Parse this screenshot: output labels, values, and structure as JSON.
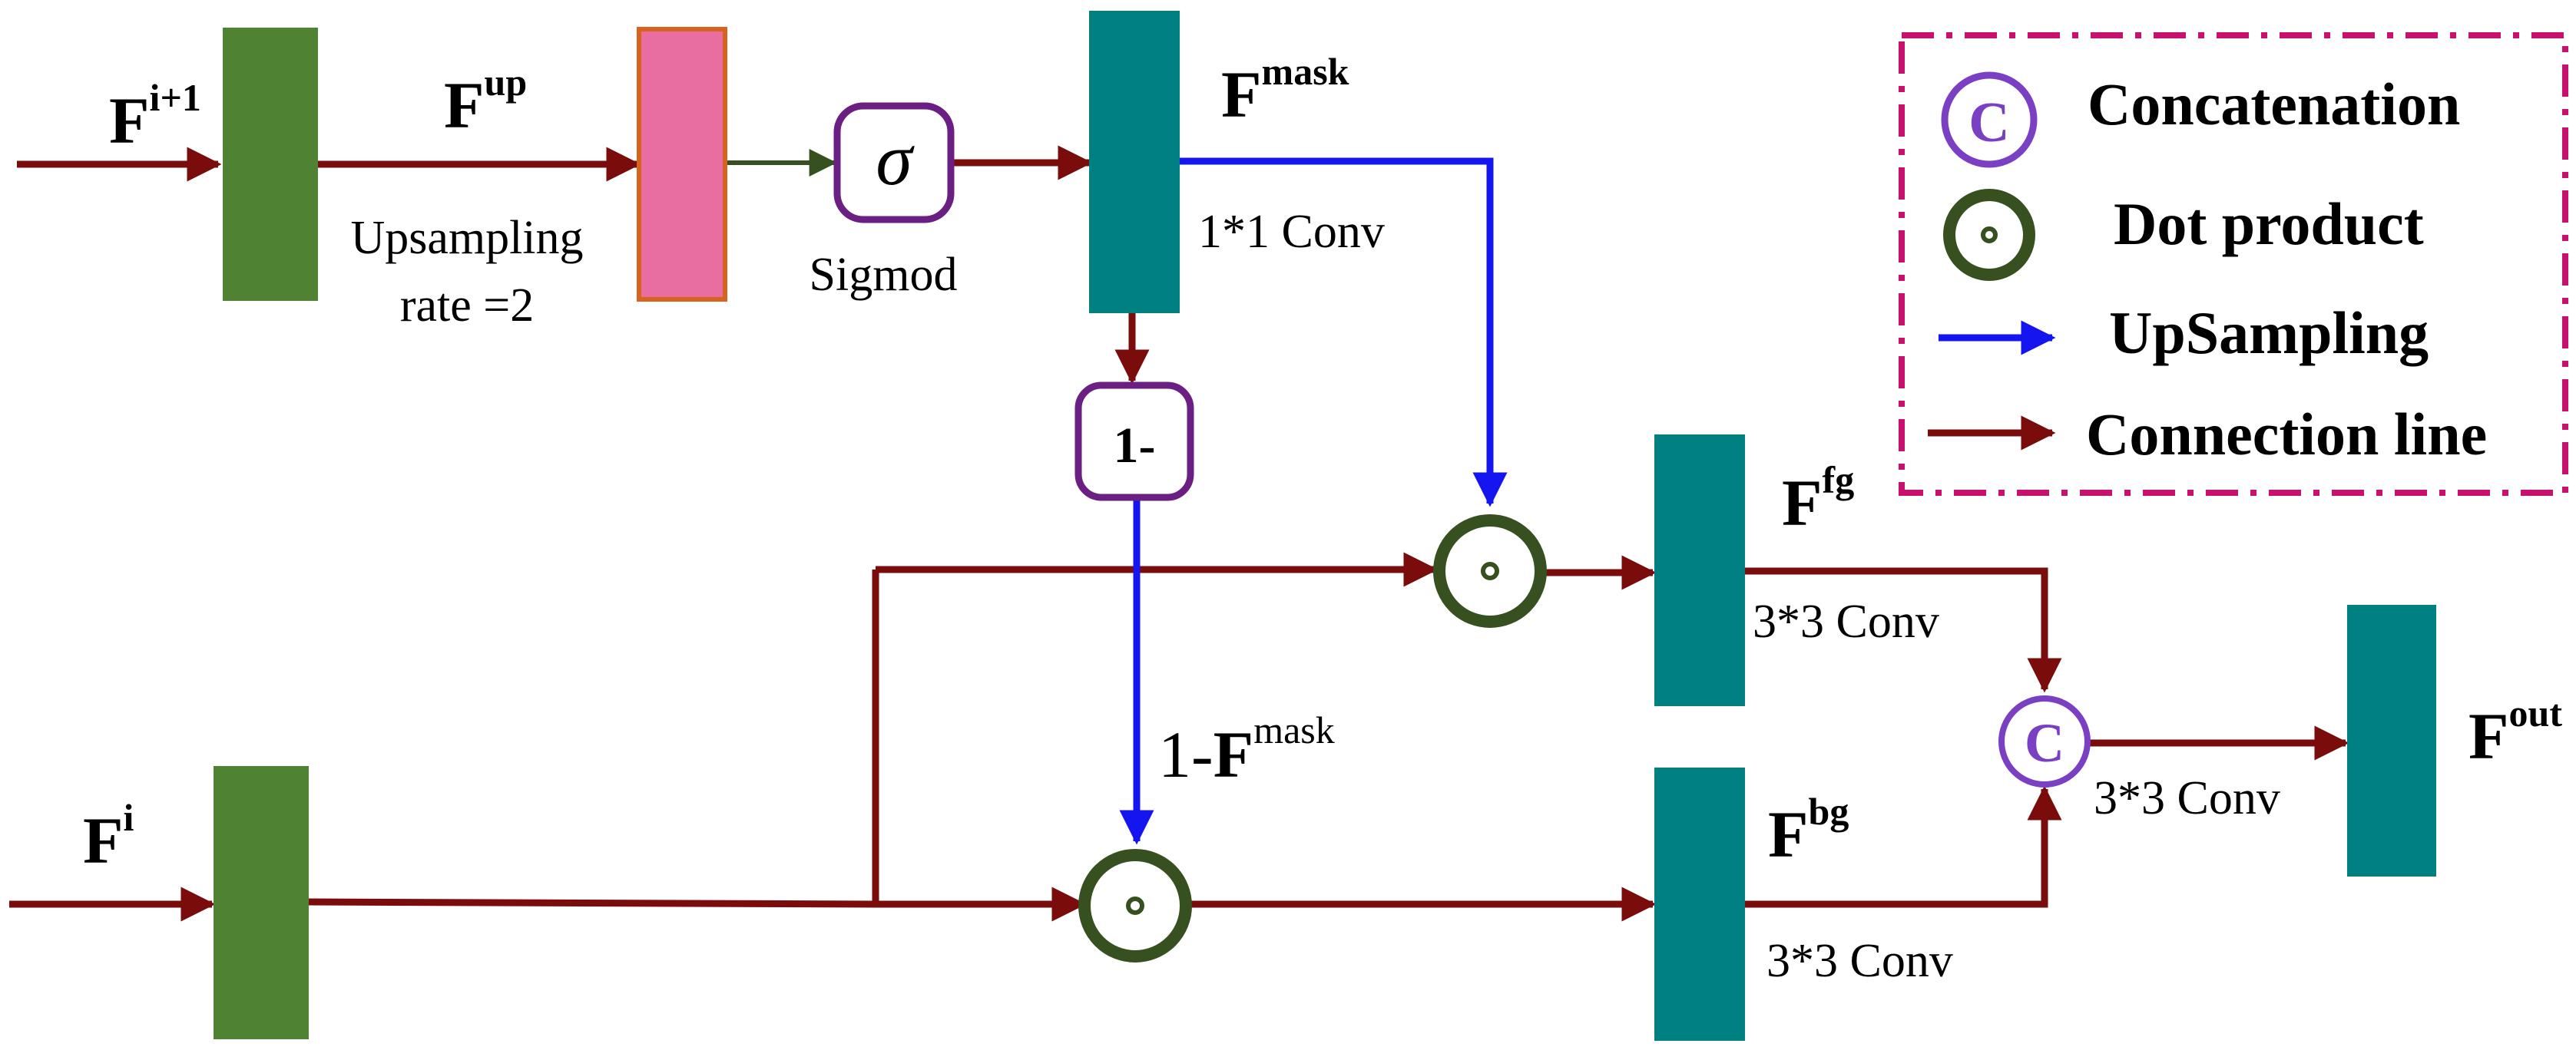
{
  "colors": {
    "green_block": "#4f8232",
    "teal_block": "#008080",
    "pink_block": "#e86ea0",
    "pink_border": "#d7641e",
    "dark_red": "#7b0c0c",
    "blue": "#1515f0",
    "purple": "#6c1f82",
    "dark_green_circle": "#36501f",
    "legend_border": "#c8106e"
  },
  "labels": {
    "f_in_next": {
      "base": "F",
      "sup": "i+1"
    },
    "f_up": {
      "base": "F",
      "sup": "up"
    },
    "upsampling_line1": "Upsampling",
    "upsampling_line2": "rate =2",
    "sigma_symbol": "σ",
    "sigmod": "Sigmod",
    "f_mask": {
      "base": "F",
      "sup": "mask"
    },
    "conv_1x1": "1*1 Conv",
    "one_minus": "1-",
    "one_minus_fmask": {
      "prefix": "1-",
      "base": "F",
      "sup": "mask"
    },
    "f_in": {
      "base": "F",
      "sup": "i"
    },
    "f_fg": {
      "base": "F",
      "sup": "fg"
    },
    "f_bg": {
      "base": "F",
      "sup": "bg"
    },
    "conv_3x3_fg": "3*3 Conv",
    "conv_3x3_bg": "3*3 Conv",
    "conv_3x3_out": "3*3 Conv",
    "f_out": {
      "base": "F",
      "sup": "out"
    },
    "concat_symbol": "C"
  },
  "legend": {
    "items": [
      {
        "icon": "concatenation-icon",
        "symbol": "C",
        "label": "Concatenation"
      },
      {
        "icon": "dot-product-icon",
        "label": "Dot product"
      },
      {
        "icon": "blue-arrow-icon",
        "label": "UpSampling"
      },
      {
        "icon": "red-arrow-icon",
        "label": "Connection line"
      }
    ]
  }
}
